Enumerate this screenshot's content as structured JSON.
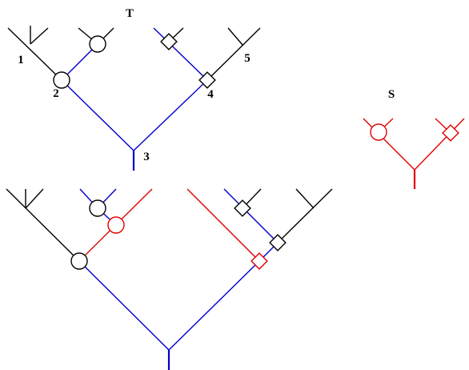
{
  "labels": {
    "tree_t": "T",
    "tree_s": "S",
    "node_1": "1",
    "node_2": "2",
    "node_3": "3",
    "node_4": "4",
    "node_5": "5"
  },
  "colors": {
    "black": "#000000",
    "blue": "#0000cc",
    "red": "#e00000"
  },
  "node_shapes": [
    "circle",
    "diamond"
  ]
}
